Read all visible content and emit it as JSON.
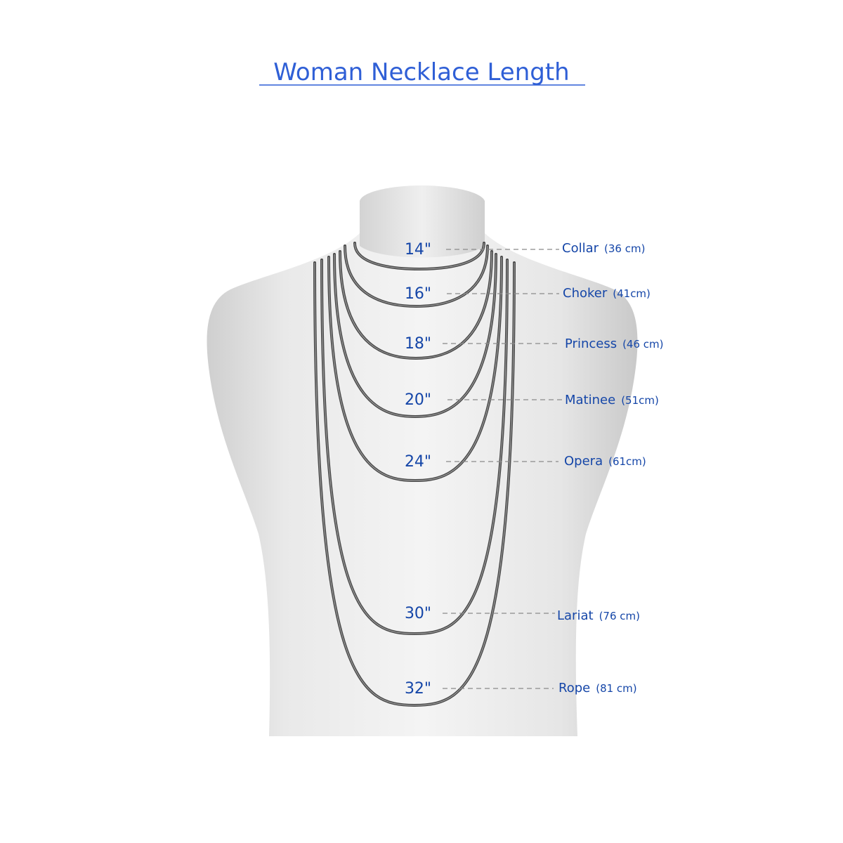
{
  "title": "Woman  Necklace Length",
  "colors": {
    "title": "#2f5fd6",
    "label": "#1546a8",
    "chain": "#4a4a4a",
    "mannequin": "#e6e6e6",
    "leader": "#8a8a8a"
  },
  "necklaces": [
    {
      "length": "14\"",
      "name": "Collar",
      "cm": "(36 cm)"
    },
    {
      "length": "16\"",
      "name": "Choker",
      "cm": "(41cm)"
    },
    {
      "length": "18\"",
      "name": "Princess",
      "cm": "(46 cm)"
    },
    {
      "length": "20\"",
      "name": "Matinee",
      "cm": "(51cm)"
    },
    {
      "length": "24\"",
      "name": "Opera",
      "cm": "(61cm)"
    },
    {
      "length": "30\"",
      "name": "Lariat",
      "cm": "(76 cm)"
    },
    {
      "length": "32\"",
      "name": "Rope",
      "cm": "(81 cm)"
    }
  ]
}
